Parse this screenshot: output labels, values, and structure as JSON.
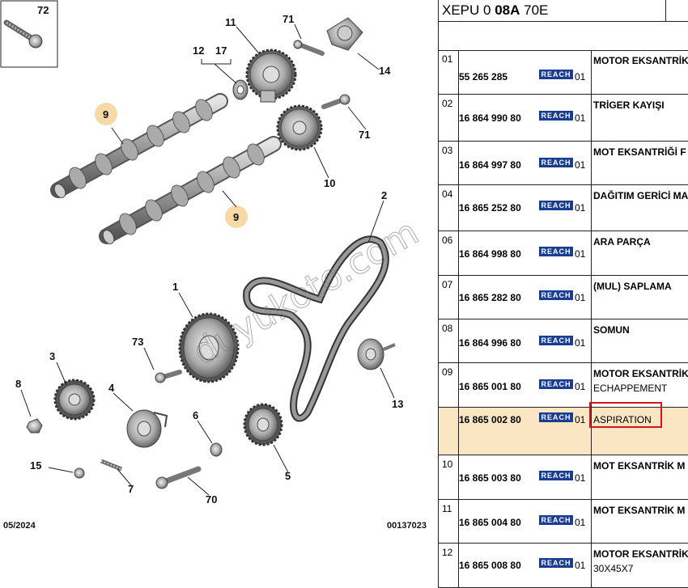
{
  "diagram": {
    "callouts": [
      "72",
      "11",
      "71",
      "12",
      "17",
      "14",
      "9",
      "71",
      "10",
      "9",
      "2",
      "1",
      "73",
      "3",
      "8",
      "4",
      "13",
      "6",
      "15",
      "7",
      "70",
      "5"
    ],
    "footer_left": "05/2024",
    "footer_right": "00137023"
  },
  "watermark": "duyukoto.com",
  "parts": {
    "header": {
      "prefix": "XEPU 0 ",
      "bold": "08A",
      "suffix": " 70E"
    },
    "badge": "REACH",
    "rows": [
      {
        "num": "01",
        "pn": "55 265 285",
        "qty": "01",
        "desc": "MOTOR EKSANTRİK",
        "desc2": ""
      },
      {
        "num": "02",
        "pn": "16 864 990 80",
        "qty": "01",
        "desc": "TRİGER KAYIŞI",
        "desc2": ""
      },
      {
        "num": "03",
        "pn": "16 864 997 80",
        "qty": "01",
        "desc": "MOT EKSANTRİĞİ F",
        "desc2": ""
      },
      {
        "num": "04",
        "pn": "16 865 252 80",
        "qty": "01",
        "desc": "DAĞITIM GERİCİ MA",
        "desc2": ""
      },
      {
        "num": "06",
        "pn": "16 864 998 80",
        "qty": "01",
        "desc": "ARA PARÇA",
        "desc2": ""
      },
      {
        "num": "07",
        "pn": "16 865 282 80",
        "qty": "01",
        "desc": "(MUL) SAPLAMA",
        "desc2": ""
      },
      {
        "num": "08",
        "pn": "16 864 996 80",
        "qty": "01",
        "desc": "SOMUN",
        "desc2": ""
      },
      {
        "num": "09",
        "pn": "16 865 001 80",
        "qty": "01",
        "desc": "MOTOR EKSANTRİK",
        "desc2": "ECHAPPEMENT"
      },
      {
        "num": "",
        "pn": "16 865 002 80",
        "qty": "01",
        "desc": "",
        "desc2": "ASPIRATION"
      },
      {
        "num": "10",
        "pn": "16 865 003 80",
        "qty": "01",
        "desc": "MOT EKSANTRİK M",
        "desc2": ""
      },
      {
        "num": "11",
        "pn": "16 865 004 80",
        "qty": "01",
        "desc": "MOT EKSANTRİK M",
        "desc2": ""
      },
      {
        "num": "12",
        "pn": "16 865 008 80",
        "qty": "01",
        "desc": "MOTOR EKSANTRİK",
        "desc2": "30X45X7"
      }
    ]
  }
}
